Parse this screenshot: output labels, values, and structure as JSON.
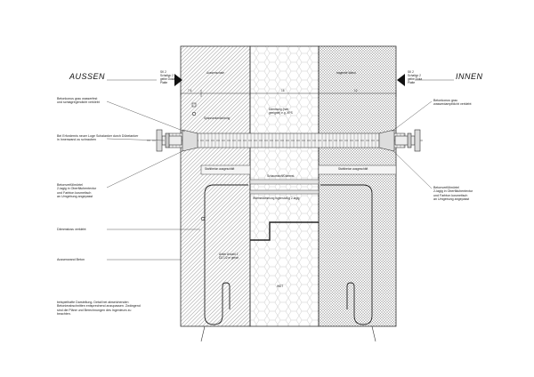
{
  "side_outside": "AUSSEN",
  "side_inside": "INNEN",
  "sk_left": "SK 2\nSchaltyp 2\ngelbe Doka\nPlatte",
  "sk_right": "SK 2\nSchaltyp 2\ngelbe Doka\nPlatte",
  "ann_left": [
    "Betonkonus grau wasserfest\nund schlagregendicht verklebt",
    "Bei Erfordernis neuer Loge Schalanker durch Dübelanker\nin Innenwand zu schrauben",
    "Betonverfüllmörtel\n2-lagig in Oberflächentextur\nund Farbton kosmetisch\nan Umgebung angepasst",
    "Dämmstoss verklebt",
    "Aussenwand Beton",
    "beispielhafte Darstellung. Detail bei abweichenden\nBetonierabschnitten entsprechend anzupassen. Zwängend\nsind die Pläne und Berechnungen des Ingenieurs zu\nbeachten."
  ],
  "ann_right": [
    "Betonkonus grau\nwasserdampfdicht verklebt",
    "Betonverfüllmörtel\n2-lagig in Oberflächentextur\nund Farbton kosmetisch\nan Umgebung angepasst"
  ],
  "inner": {
    "aussenschale": "Aussenschale",
    "tragende_wand": "tragende Wand",
    "daemmung": "Dämmung (hart\ngeeignet) e.g. XPS",
    "schalanker": "Spannankerdichtung",
    "stb_left": "Stahlbeton ausgeschäft",
    "stb_right": "Stahlbeton ausgeschäft",
    "schaumstoff": "Schaumstoff/Dämmst.",
    "fuge": "Wärmedämmung fugenstoßig 2-lagig",
    "anker": "Anker Anzahl 2\nΩ3 1/2 m gleich",
    "wdt": "WDT",
    "dims_top": [
      "7.4",
      "16",
      "12"
    ]
  }
}
